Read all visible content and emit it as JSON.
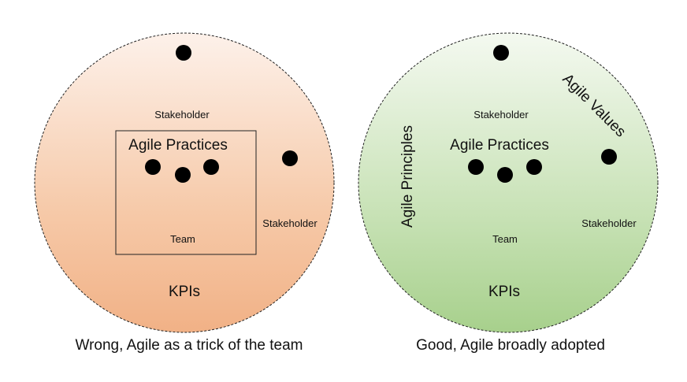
{
  "left": {
    "caption": "Wrong, Agile as a trick of the team",
    "practices": "Agile Practices",
    "team": "Team",
    "stakeholder_top": "Stakeholder",
    "stakeholder_side": "Stakeholder",
    "kpis": "KPIs"
  },
  "right": {
    "caption": "Good, Agile broadly adopted",
    "practices": "Agile Practices",
    "team": "Team",
    "stakeholder_top": "Stakeholder",
    "stakeholder_side": "Stakeholder",
    "kpis": "KPIs",
    "principles": "Agile Principles",
    "values": "Agile Values"
  },
  "colors": {
    "left_fill_top": "#fdf1ea",
    "left_fill_bottom": "#f2b48a",
    "right_fill_top": "#f4f9f0",
    "right_fill_bottom": "#a9d28f",
    "figure_stroke": "#5b8ac6"
  }
}
